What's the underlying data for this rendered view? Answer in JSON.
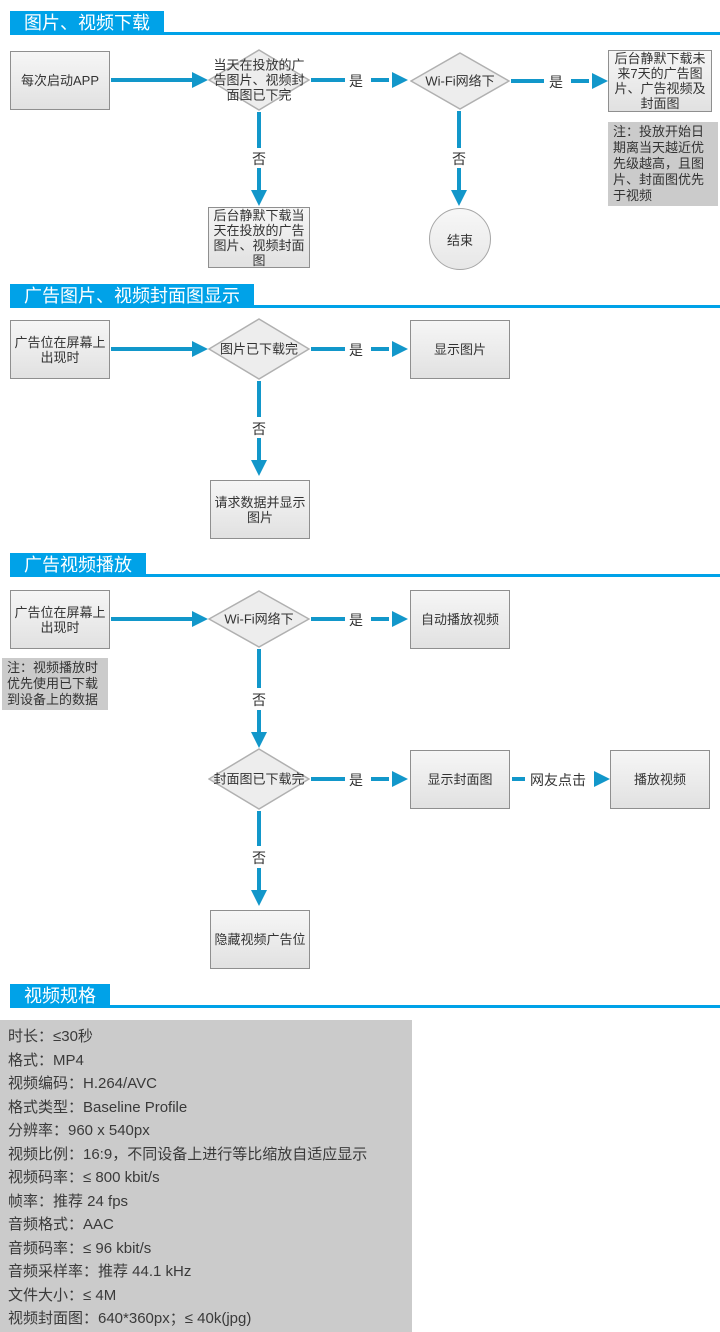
{
  "colors": {
    "accent": "#00A2E8",
    "arrow": "#1297CA",
    "panel_gray": "#CBCBCB"
  },
  "sections": [
    {
      "title": "图片、视频下载",
      "start": "每次启动APP",
      "d1": "当天在投放的广告图片、视频封面图已下完",
      "yes1": "是",
      "d2": "Wi-Fi网络下",
      "yes2": "是",
      "download_future": "后台静默下载未来7天的广告图片、广告视频及封面图",
      "note": "注：投放开始日期离当天越近优先级越高，且图片、封面图优先于视频",
      "no1": "否",
      "download_today": "后台静默下载当天在投放的广告图片、视频封面图",
      "no2": "否",
      "end": "结束"
    },
    {
      "title": "广告图片、视频封面图显示",
      "start": "广告位在屏幕上出现时",
      "d1": "图片已下载完",
      "yes": "是",
      "show_image": "显示图片",
      "no": "否",
      "request": "请求数据并显示图片"
    },
    {
      "title": "广告视频播放",
      "start": "广告位在屏幕上出现时",
      "note": "注：视频播放时优先使用已下载到设备上的数据",
      "d1": "Wi-Fi网络下",
      "yes1": "是",
      "autoplay": "自动播放视频",
      "no1": "否",
      "d2": "封面图已下载完",
      "yes2": "是",
      "show_cover": "显示封面图",
      "click": "网友点击",
      "play": "播放视频",
      "no2": "否",
      "hide": "隐藏视频广告位"
    },
    {
      "title": "视频规格",
      "specs": [
        "时长：≤30秒",
        "格式：MP4",
        "视频编码：H.264/AVC",
        "格式类型：Baseline Profile",
        "分辨率：960 x 540px",
        "视频比例：16:9，不同设备上进行等比缩放自适应显示",
        "视频码率：≤ 800 kbit/s",
        "帧率：推荐 24 fps",
        "音频格式：AAC",
        "音频码率：≤ 96 kbit/s",
        "音频采样率：推荐 44.1 kHz",
        "文件大小：≤ 4M",
        "视频封面图：640*360px；≤ 40k(jpg)"
      ]
    }
  ]
}
